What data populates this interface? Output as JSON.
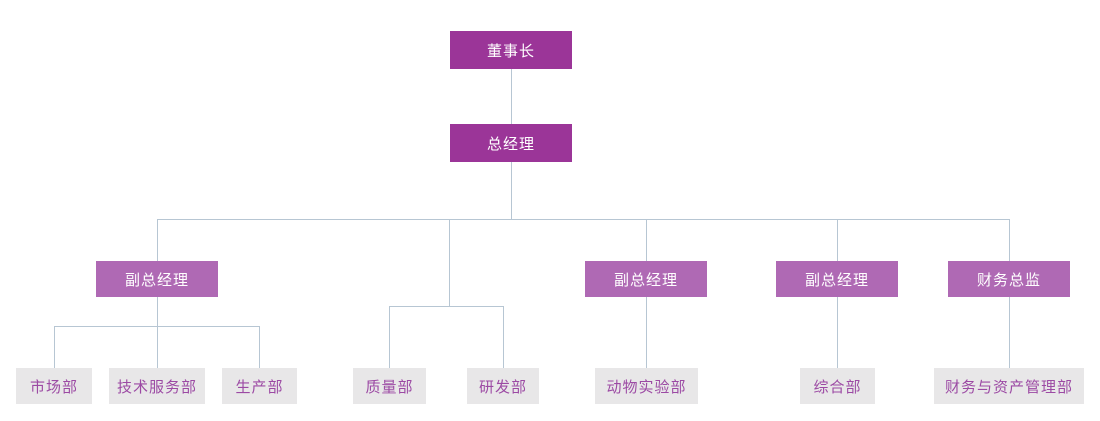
{
  "colors": {
    "page_bg": "#ffffff",
    "level1_fill": "#9B3598",
    "level2_fill": "#AF69B4",
    "dept_fill": "#E8E7E8",
    "node_text": "#FFFFFF",
    "dept_text": "#9C4AA4",
    "connector": "#B7C6D3"
  },
  "org": {
    "nodes": {
      "chairman": {
        "label": "董事长",
        "level": 1
      },
      "general_manager": {
        "label": "总经理",
        "level": 1
      },
      "vp1": {
        "label": "副总经理",
        "level": 2
      },
      "vp2": {
        "label": "副总经理",
        "level": 2
      },
      "vp3": {
        "label": "副总经理",
        "level": 2
      },
      "cfo": {
        "label": "财务总监",
        "level": 2
      },
      "marketing": {
        "label": "市场部",
        "level": 3
      },
      "tech_service": {
        "label": "技术服务部",
        "level": 3
      },
      "production": {
        "label": "生产部",
        "level": 3
      },
      "quality": {
        "label": "质量部",
        "level": 3
      },
      "rnd": {
        "label": "研发部",
        "level": 3
      },
      "animal_lab": {
        "label": "动物实验部",
        "level": 3
      },
      "general_affairs": {
        "label": "综合部",
        "level": 3
      },
      "finance_assets": {
        "label": "财务与资产管理部",
        "level": 3
      }
    },
    "tree": {
      "label": "董事长",
      "children": [
        {
          "label": "总经理",
          "children": [
            {
              "label": "副总经理",
              "children": [
                {
                  "label": "市场部"
                },
                {
                  "label": "技术服务部"
                },
                {
                  "label": "生产部"
                }
              ]
            },
            {
              "label": "",
              "children": [
                {
                  "label": "质量部"
                },
                {
                  "label": "研发部"
                }
              ]
            },
            {
              "label": "副总经理",
              "children": [
                {
                  "label": "动物实验部"
                }
              ]
            },
            {
              "label": "副总经理",
              "children": [
                {
                  "label": "综合部"
                }
              ]
            },
            {
              "label": "财务总监",
              "children": [
                {
                  "label": "财务与资产管理部"
                }
              ]
            }
          ]
        }
      ]
    }
  }
}
